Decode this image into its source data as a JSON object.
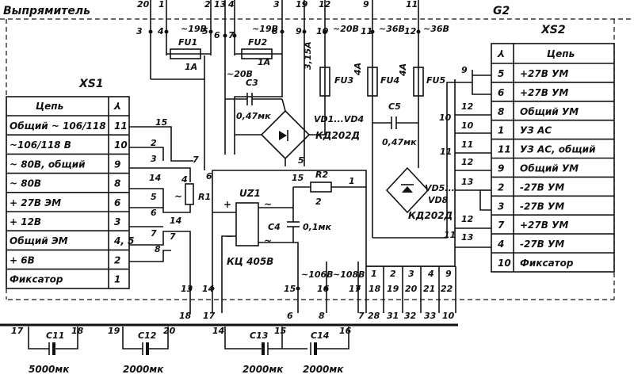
{
  "title": "Выпрямитель",
  "block_code": "G2",
  "xs1": {
    "title": "XS1",
    "col_circuit": "Цепь",
    "col_pin": "⅄",
    "rows": [
      {
        "circuit": "Общий ~ 106/118",
        "pin": "11"
      },
      {
        "circuit": "~106/118 B",
        "pin": "10"
      },
      {
        "circuit": "~ 80B, общий",
        "pin": "9"
      },
      {
        "circuit": "~ 80B",
        "pin": "8"
      },
      {
        "circuit": "+ 27B ЭМ",
        "pin": "6"
      },
      {
        "circuit": "+ 12B",
        "pin": "3"
      },
      {
        "circuit": "Общий ЭМ",
        "pin": "4, 5"
      },
      {
        "circuit": "+ 6B",
        "pin": "2"
      },
      {
        "circuit": "Фиксатор",
        "pin": "1"
      }
    ]
  },
  "xs2": {
    "title": "XS2",
    "col_pin": "⅄",
    "col_circuit": "Цепь",
    "rows": [
      {
        "pin": "5",
        "circuit": "+27B УМ"
      },
      {
        "pin": "6",
        "circuit": "+27B УМ"
      },
      {
        "pin": "8",
        "circuit": "Общий УМ"
      },
      {
        "pin": "1",
        "circuit": "УЗ АС"
      },
      {
        "pin": "11",
        "circuit": "УЗ АС, общий"
      },
      {
        "pin": "9",
        "circuit": "Общий УМ"
      },
      {
        "pin": "2",
        "circuit": "-27B УМ"
      },
      {
        "pin": "3",
        "circuit": "-27B УМ"
      },
      {
        "pin": "7",
        "circuit": "+27B УМ"
      },
      {
        "pin": "4",
        "circuit": "-27B УМ"
      },
      {
        "pin": "10",
        "circuit": "Фиксатор"
      }
    ]
  },
  "fuses": [
    {
      "ref": "FU1",
      "rating": "1A",
      "voltage": "~19B"
    },
    {
      "ref": "FU2",
      "rating": "1A",
      "voltage": "~19B"
    },
    {
      "ref": "FU3",
      "rating": "3,15A",
      "voltage": "~20B"
    },
    {
      "ref": "FU4",
      "rating": "4A",
      "voltage": "~36B"
    },
    {
      "ref": "FU5",
      "rating": "4A",
      "voltage": "~36B"
    }
  ],
  "parts": {
    "c3": "C3",
    "c3_value": "0,47мк",
    "c5": "C5",
    "c5_value": "0,47мк",
    "vd_a": "VD1...VD4",
    "vd_a_type": "КД202Д",
    "vd_b": "VD5...",
    "vd_b2": "VD8",
    "vd_b_type": "КД202Д",
    "r1": "R1",
    "r2": "R2",
    "uz1": "UZ1",
    "uz1_type": "КЦ 405В",
    "c4": "C4",
    "c4_value": "0,1мк",
    "v106": "~106B",
    "v108": "~108B",
    "v20": "~20B",
    "plus": "+",
    "minus": "−",
    "tilde": "~"
  },
  "caps": [
    {
      "ref": "C11",
      "value": "5000мк"
    },
    {
      "ref": "C12",
      "value": "2000мк"
    },
    {
      "ref": "C13",
      "value": "2000мк"
    },
    {
      "ref": "C14",
      "value": "2000мк"
    }
  ],
  "pins": {
    "top": [
      "20",
      "1",
      "2",
      "13",
      "4",
      "3",
      "19",
      "12",
      "9",
      "11"
    ],
    "row2": [
      "3",
      "4",
      "5",
      "6",
      "7",
      "8",
      "9",
      "10",
      "11",
      "12"
    ],
    "misc": [
      "15",
      "2",
      "3",
      "14",
      "5",
      "6",
      "7",
      "8",
      "7",
      "6",
      "4",
      "14",
      "15",
      "1",
      "2",
      "5",
      "10",
      "9",
      "12",
      "11",
      "13",
      "11",
      "12",
      "13",
      "13",
      "14",
      "15",
      "16",
      "17",
      "1",
      "2",
      "3",
      "4",
      "9"
    ],
    "bottom": [
      "18",
      "17",
      "6",
      "8",
      "7",
      "28",
      "31",
      "32",
      "33",
      "10"
    ],
    "bottom_top": [
      "18",
      "19",
      "20",
      "21",
      "22"
    ],
    "caps_pins": [
      "17",
      "18",
      "19",
      "20",
      "14",
      "15",
      "16"
    ]
  }
}
